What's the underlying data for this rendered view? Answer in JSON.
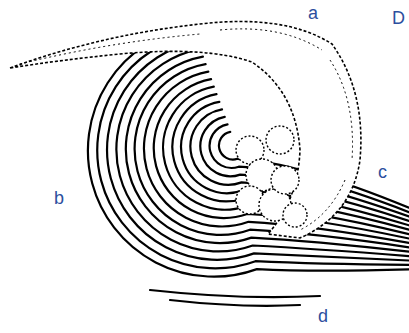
{
  "diagram": {
    "labels": [
      "a",
      "D",
      "b",
      "c",
      "d"
    ]
  }
}
